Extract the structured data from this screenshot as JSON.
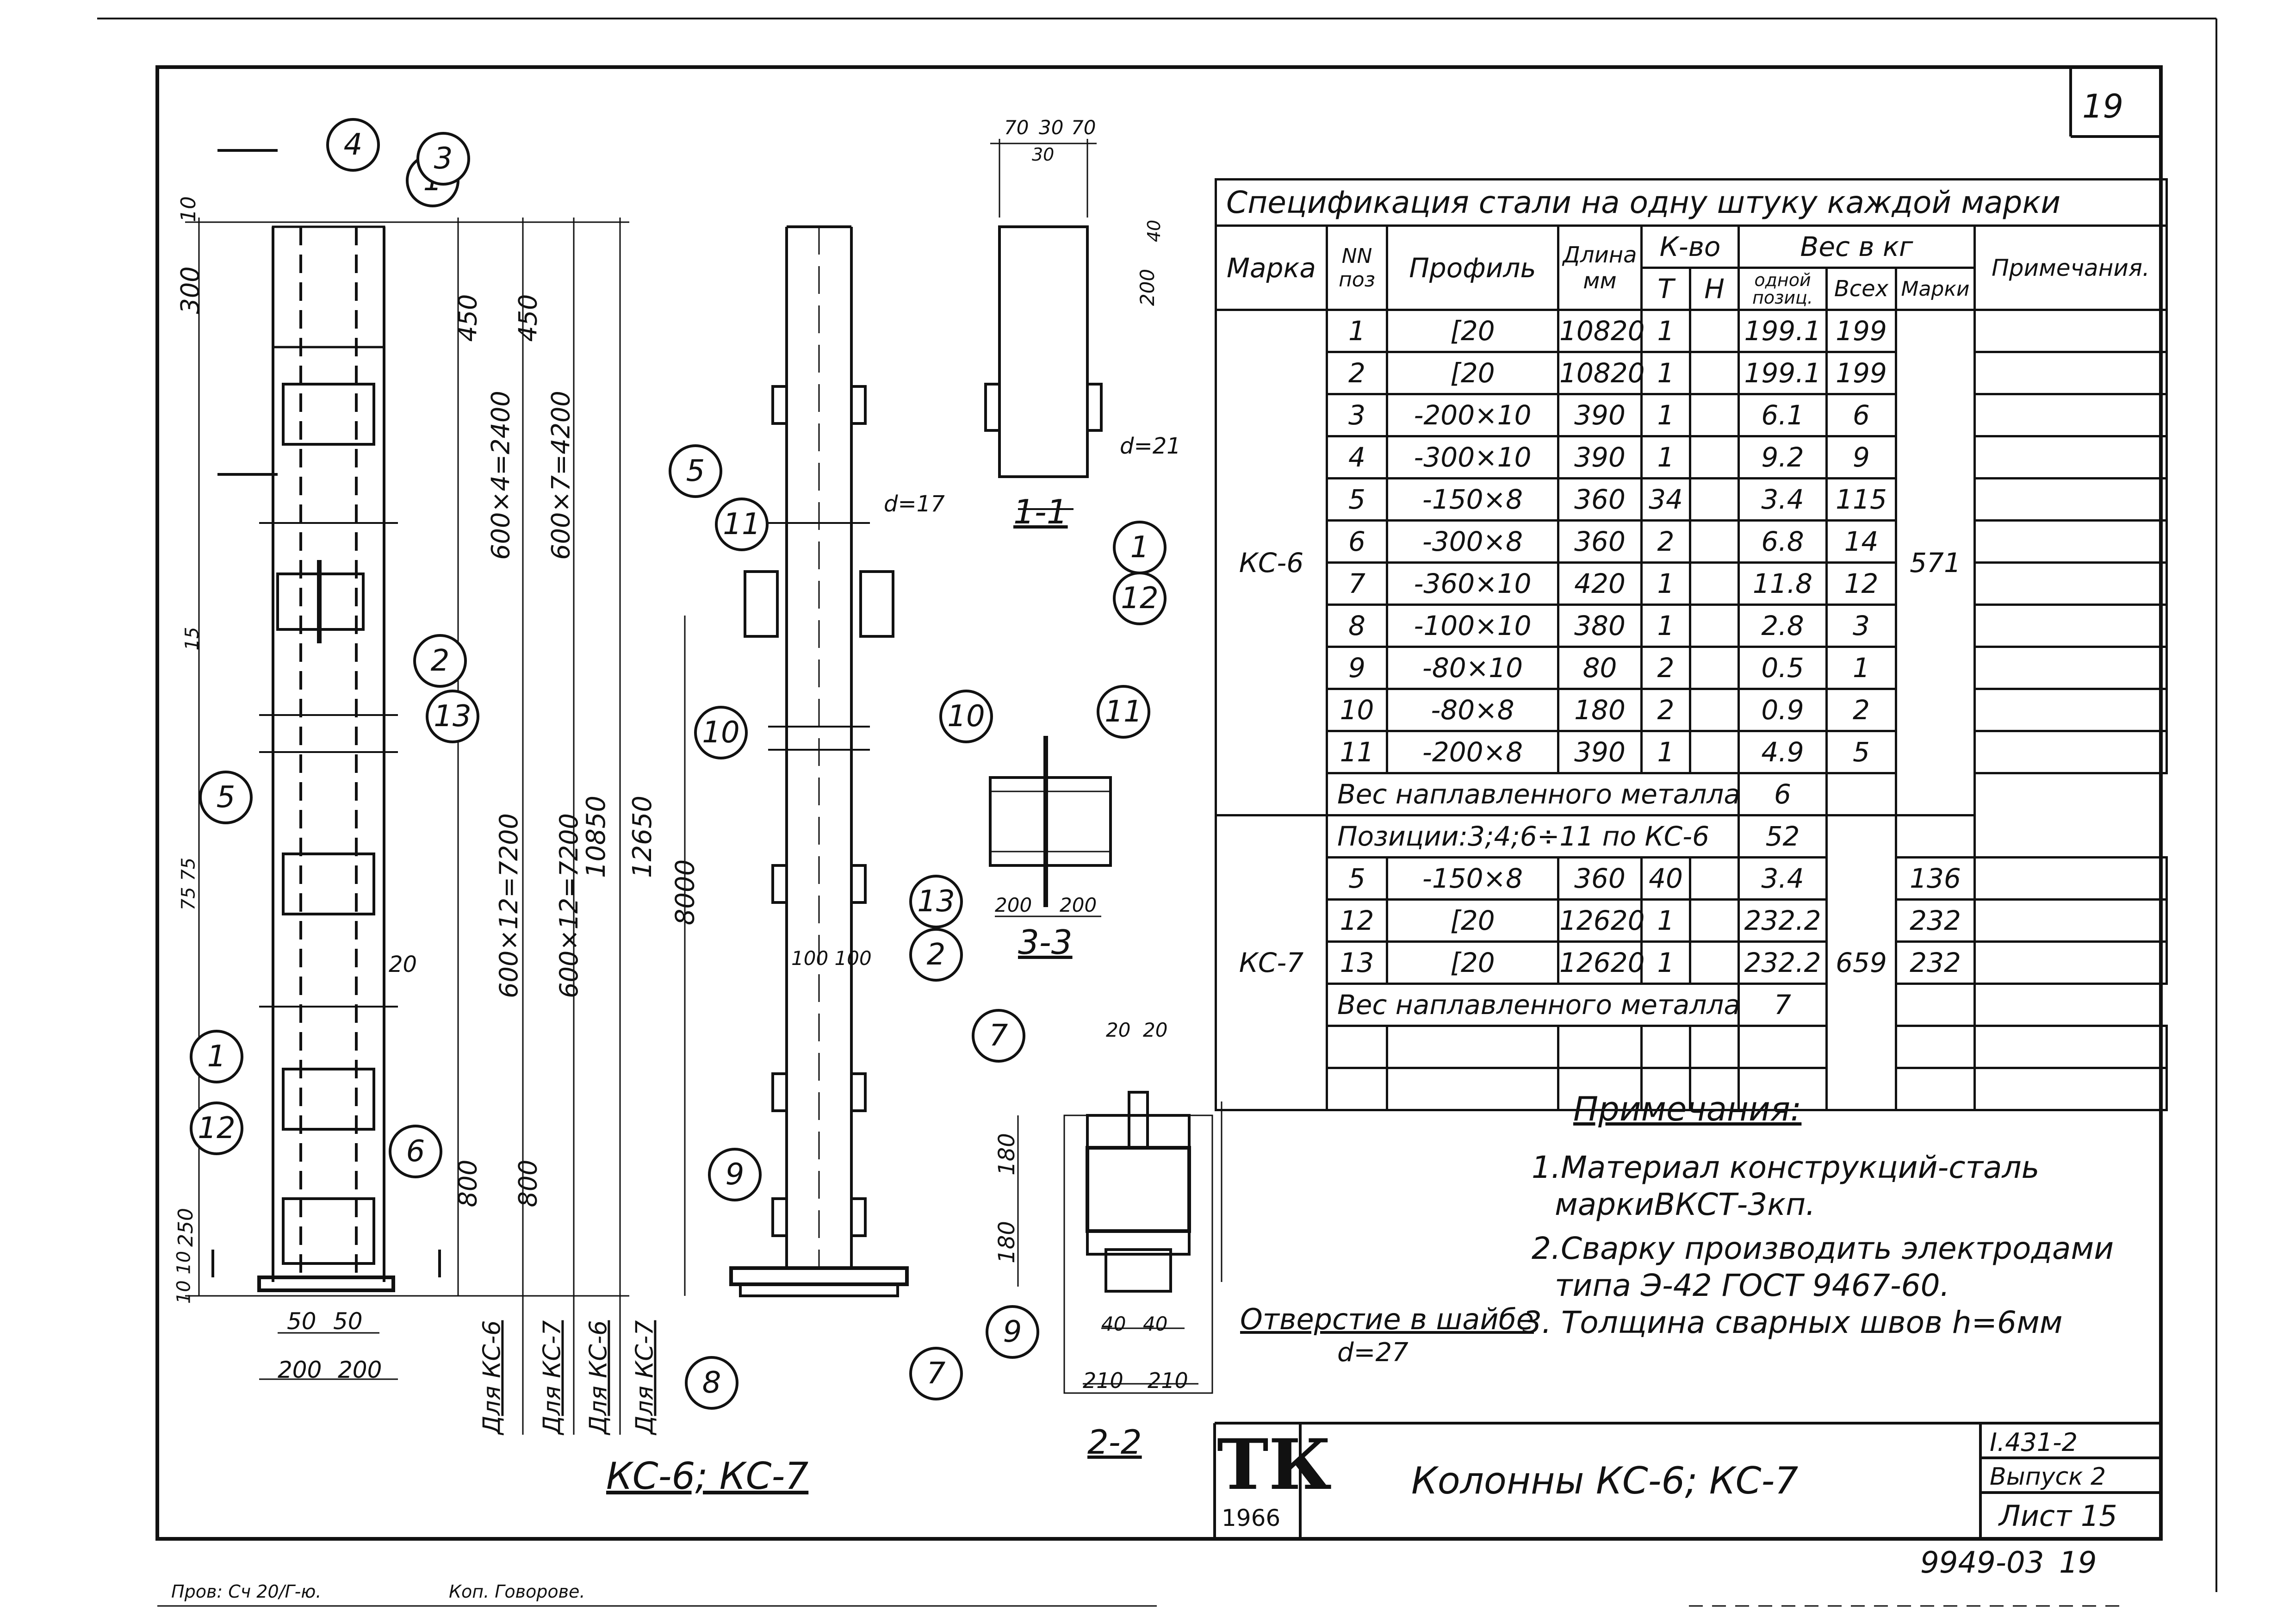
{
  "sheet": {
    "page_no": "19",
    "bottom_code": "9949-03",
    "bottom_page": "19",
    "footer_left": "Пров: Сч 20/Г-ю.",
    "footer_mid": "Коп. Говорове."
  },
  "spec": {
    "title": "Спецификация стали на одну штуку каждой марки",
    "headers": {
      "marka": "Марка",
      "pos": "NN поз",
      "profile": "Профиль",
      "length": "Длина мм",
      "qty": "К-во",
      "qty_t": "Т",
      "qty_n": "Н",
      "weight": "Вес в кг",
      "w_one": "одной позиц.",
      "w_all": "Всех",
      "w_mark": "Марки",
      "note": "Примечания."
    },
    "groups": [
      {
        "marka": "КС-6",
        "mark_weight": "571",
        "rows": [
          {
            "pos": "1",
            "profile": "[20",
            "length": "10820",
            "t": "1",
            "n": "",
            "w1": "199.1",
            "wall": "199"
          },
          {
            "pos": "2",
            "profile": "[20",
            "length": "10820",
            "t": "1",
            "n": "",
            "w1": "199.1",
            "wall": "199"
          },
          {
            "pos": "3",
            "profile": "-200×10",
            "length": "390",
            "t": "1",
            "n": "",
            "w1": "6.1",
            "wall": "6"
          },
          {
            "pos": "4",
            "profile": "-300×10",
            "length": "390",
            "t": "1",
            "n": "",
            "w1": "9.2",
            "wall": "9"
          },
          {
            "pos": "5",
            "profile": "-150×8",
            "length": "360",
            "t": "34",
            "n": "",
            "w1": "3.4",
            "wall": "115"
          },
          {
            "pos": "6",
            "profile": "-300×8",
            "length": "360",
            "t": "2",
            "n": "",
            "w1": "6.8",
            "wall": "14"
          },
          {
            "pos": "7",
            "profile": "-360×10",
            "length": "420",
            "t": "1",
            "n": "",
            "w1": "11.8",
            "wall": "12"
          },
          {
            "pos": "8",
            "profile": "-100×10",
            "length": "380",
            "t": "1",
            "n": "",
            "w1": "2.8",
            "wall": "3"
          },
          {
            "pos": "9",
            "profile": "-80×10",
            "length": "80",
            "t": "2",
            "n": "",
            "w1": "0.5",
            "wall": "1"
          },
          {
            "pos": "10",
            "profile": "-80×8",
            "length": "180",
            "t": "2",
            "n": "",
            "w1": "0.9",
            "wall": "2"
          },
          {
            "pos": "11",
            "profile": "-200×8",
            "length": "390",
            "t": "1",
            "n": "",
            "w1": "4.9",
            "wall": "5"
          }
        ],
        "weld_label": "Вес наплавленного металла",
        "weld_value": "6"
      },
      {
        "marka": "КС-7",
        "mark_weight": "659",
        "positions_label": "Позиции:3;4;6÷11 по КС-6",
        "positions_value": "52",
        "rows": [
          {
            "pos": "5",
            "profile": "-150×8",
            "length": "360",
            "t": "40",
            "n": "",
            "w1": "3.4",
            "wall": "136"
          },
          {
            "pos": "12",
            "profile": "[20",
            "length": "12620",
            "t": "1",
            "n": "",
            "w1": "232.2",
            "wall": "232"
          },
          {
            "pos": "13",
            "profile": "[20",
            "length": "12620",
            "t": "1",
            "n": "",
            "w1": "232.2",
            "wall": "232"
          }
        ],
        "weld_label": "Вес наплавленного металла",
        "weld_value": "7"
      }
    ]
  },
  "notes": {
    "heading": "Примечания:",
    "n1a": "1.Материал конструкций-сталь",
    "n1b": "маркиВКСТ-3кп.",
    "n2a": "2.Сварку производить электродами",
    "n2b": "типа Э-42 ГОСТ 9467-60.",
    "n3": "3. Толщина сварных швов h=6мм"
  },
  "title_block": {
    "logo": "ТК",
    "year": "1966",
    "title": "Колонны КС-6; КС-7",
    "series": "I.431-2",
    "issue": "Выпуск 2",
    "sheet": "Лист 15"
  },
  "drawing": {
    "main_caption": "КС-6; КС-7",
    "section_11": "1-1",
    "section_22": "2-2",
    "section_33": "3-3",
    "hole_note": "Отверстие в шайбе",
    "hole_d": "d=27",
    "d21": "d=21",
    "d17": "d=17",
    "dims_left": [
      "10",
      "300",
      "15",
      "75 75",
      "20",
      "250",
      "10 10"
    ],
    "dims_vert": [
      "450",
      "600×4=2400",
      "600×12=7200",
      "800"
    ],
    "dims_vert2": [
      "450",
      "600×7=4200",
      "600×12=7200",
      "800"
    ],
    "dims_total": [
      "10850",
      "12650"
    ],
    "for_labels": [
      "Для КС-6",
      "Для КС-7",
      "Для КС-6",
      "Для КС-7"
    ],
    "dims_bottom": [
      "50",
      "50",
      "200",
      "200"
    ],
    "dim_8000": "8000",
    "dim_top11": [
      "70",
      "30",
      "70",
      "30"
    ],
    "dim_200": "200",
    "dim_40": "40",
    "dim_100100": "100 100",
    "dims_22": [
      "20",
      "20",
      "180",
      "180",
      "40",
      "40",
      "210",
      "210"
    ],
    "dims_33": [
      "200",
      "200"
    ],
    "balloons": [
      "1",
      "2",
      "3",
      "4",
      "5",
      "6",
      "7",
      "8",
      "9",
      "10",
      "11",
      "12",
      "13"
    ]
  }
}
